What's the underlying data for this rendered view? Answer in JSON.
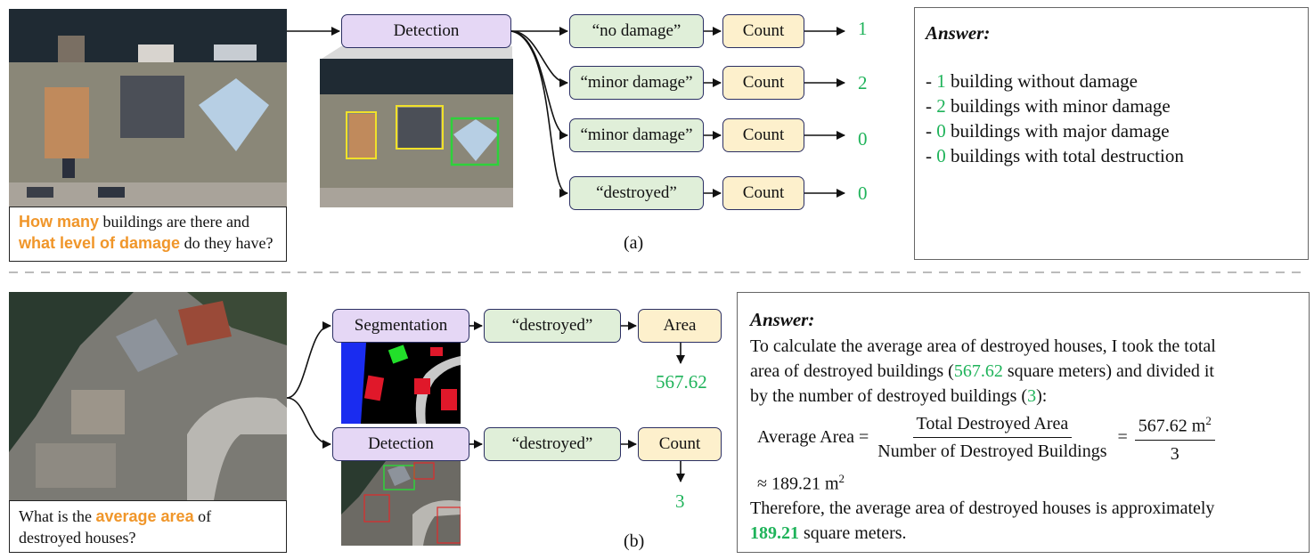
{
  "part_a": {
    "question_highlight_1": "How many",
    "question_text_1": " buildings are there and",
    "question_highlight_2": "what level of damage",
    "question_text_2": " do they have?",
    "detection_label": "Detection",
    "classes": [
      "“no damage”",
      "“minor damage”",
      "“minor damage”",
      "“destroyed”"
    ],
    "count_label": "Count",
    "counts": [
      "1",
      "2",
      "0",
      "0"
    ],
    "caption": "(a)",
    "answer": {
      "title": "Answer:",
      "lines": [
        {
          "num": "1",
          "text": " building without damage"
        },
        {
          "num": "2",
          "text": " buildings with minor damage"
        },
        {
          "num": "0",
          "text": " buildings with major damage"
        },
        {
          "num": "0",
          "text": " buildings with total destruction"
        }
      ]
    }
  },
  "part_b": {
    "question_text_1": "What is the ",
    "question_highlight": "average area",
    "question_text_2": " of",
    "question_text_3": "destroyed houses?",
    "segmentation_label": "Segmentation",
    "detection_label": "Detection",
    "class_label": "“destroyed”",
    "area_label": "Area",
    "count_label": "Count",
    "area_value": "567.62",
    "count_value": "3",
    "caption": "(b)",
    "answer": {
      "title": "Answer:",
      "p1_a": "To calculate the average area of destroyed houses, I took the total",
      "p1_b": "area of destroyed buildings (",
      "p1_b_val": "567.62",
      "p1_b_end": " square meters) and divided it",
      "p1_c": "by the number of destroyed buildings (",
      "p1_c_val": "3",
      "p1_c_end": "):",
      "formula_lhs": "Average Area =",
      "formula_num": "Total Destroyed Area",
      "formula_den": "Number of Destroyed Buildings",
      "formula_eq": "=",
      "formula_rnum": "567.62 m",
      "formula_rden": "3",
      "approx": "≈ 189.21 m",
      "sup": "2",
      "p2_a": "Therefore, the average area of destroyed houses is approximately",
      "p2_val": "189.21",
      "p2_end": " square meters."
    }
  },
  "colors": {
    "highlight": "#f0962a",
    "number": "#1fb35a",
    "purple_node": "#e5d7f5",
    "green_node": "#e0efd9",
    "yellow_node": "#fdf0cc",
    "node_border": "#2b2f63"
  }
}
